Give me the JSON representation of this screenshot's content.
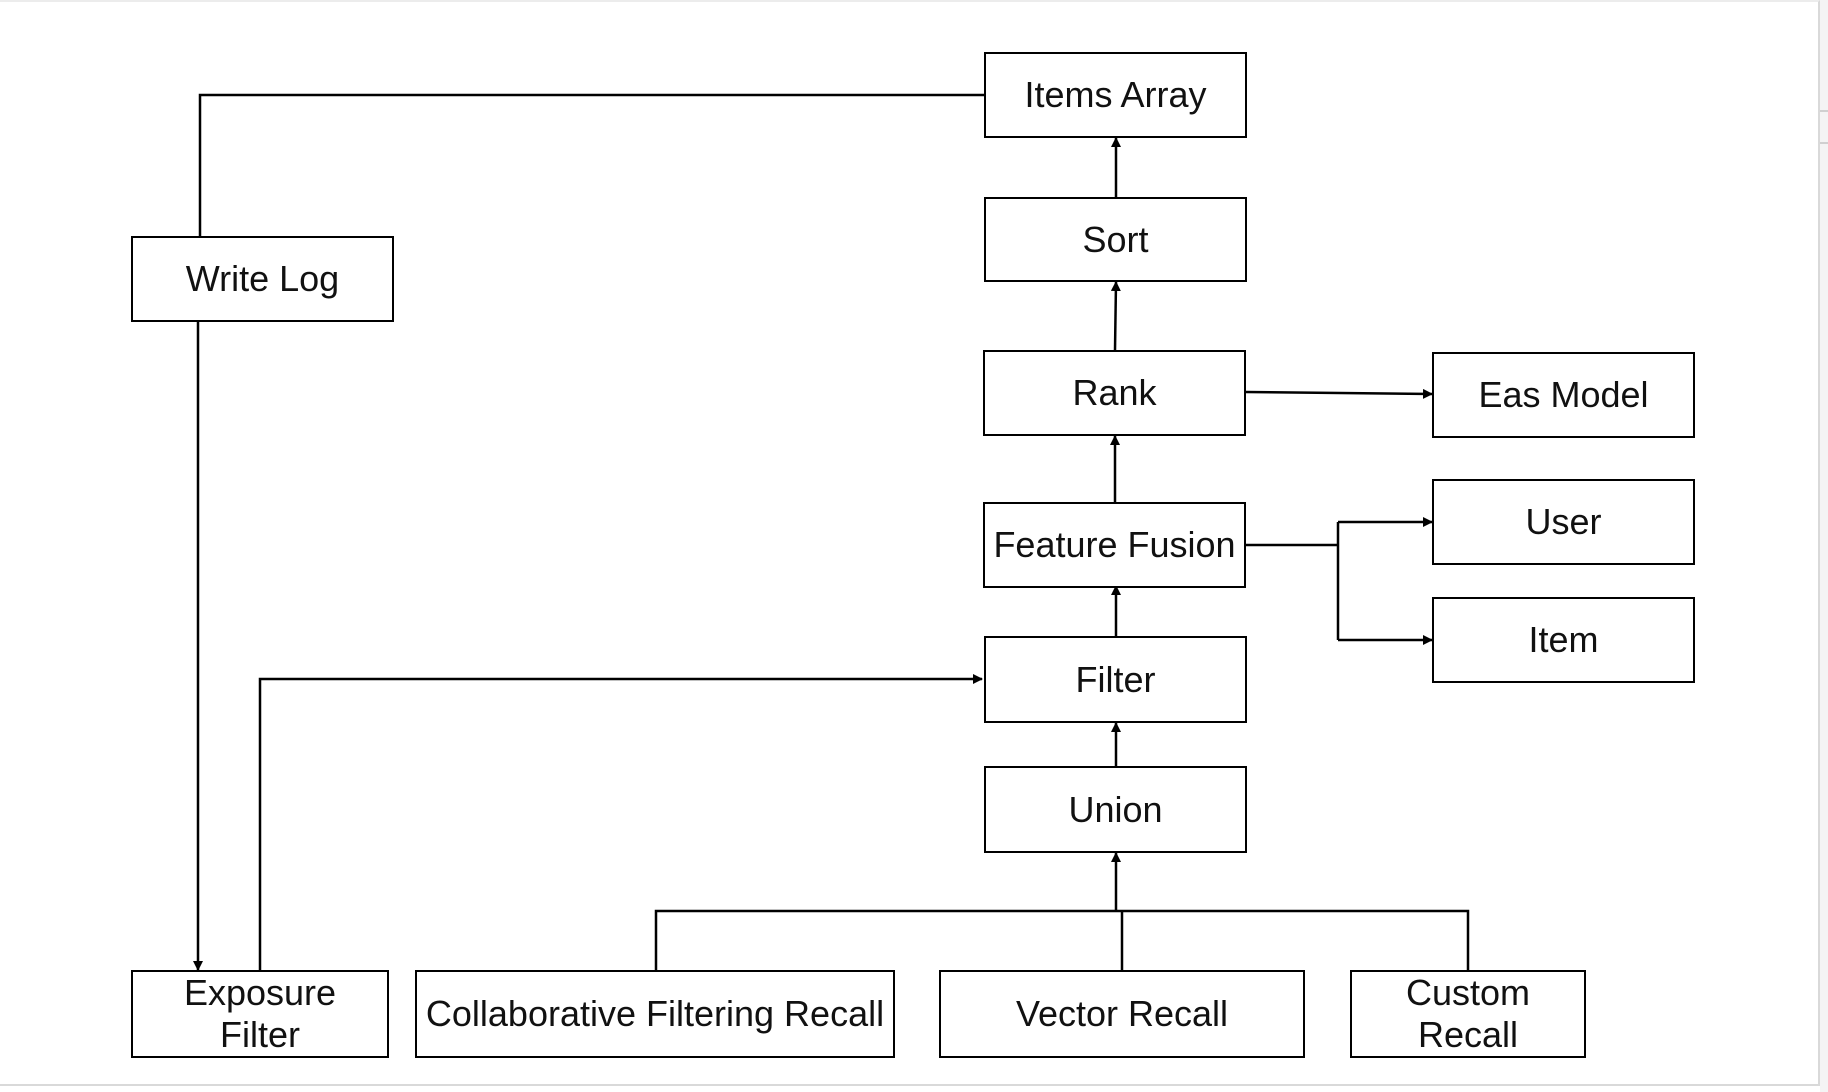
{
  "diagram": {
    "nodes": {
      "items_array": "Items Array",
      "sort": "Sort",
      "rank": "Rank",
      "eas_model": "Eas Model",
      "feature_fusion": "Feature Fusion",
      "user": "User",
      "item": "Item",
      "filter": "Filter",
      "union": "Union",
      "write_log": "Write Log",
      "exposure_filter": "Exposure Filter",
      "collaborative_filtering_recall": "Collaborative Filtering Recall",
      "vector_recall": "Vector Recall",
      "custom_recall": "Custom Recall"
    },
    "colors": {
      "stroke": "#000000",
      "background": "#ffffff"
    }
  }
}
